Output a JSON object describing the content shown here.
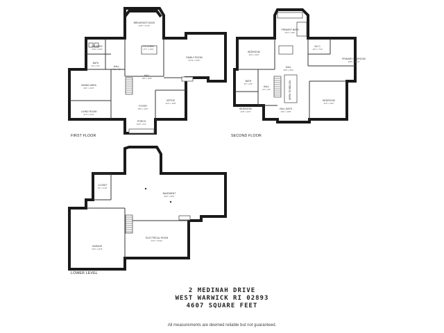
{
  "floors": {
    "first": {
      "label": "FIRST FLOOR",
      "rooms": [
        {
          "id": "breakfast",
          "name": "BREAKFAST NOOK",
          "size": "12'8\" x 11'11\""
        },
        {
          "id": "laundry",
          "name": "LAUNDRY",
          "size": "9'10\" x 6'10\""
        },
        {
          "id": "kitchen",
          "name": "KITCHEN",
          "size": "17'7\" x 16'3\""
        },
        {
          "id": "family",
          "name": "FAMILY ROOM",
          "size": "22'11\" x 16'5\""
        },
        {
          "id": "bath1",
          "name": "BATH",
          "size": "6'3\" x 5'2\""
        },
        {
          "id": "hall1",
          "name": "HALL",
          "size": "4'2\" x 4'9\""
        },
        {
          "id": "dining",
          "name": "DINING AREA",
          "size": "20'1\" x 10'3\""
        },
        {
          "id": "hall1b",
          "name": "HALL",
          "size": "9'8\" x 10'8\""
        },
        {
          "id": "living",
          "name": "LIVING ROOM",
          "size": "21'4\" x 9'10\""
        },
        {
          "id": "foyer",
          "name": "FOYER",
          "size": "15'6\" x 11'5\""
        },
        {
          "id": "office",
          "name": "OFFICE",
          "size": "12'3\" x 10'8\""
        },
        {
          "id": "porch",
          "name": "PORCH",
          "size": "10'8\" x 5'4\""
        }
      ]
    },
    "second": {
      "label": "SECOND FLOOR",
      "rooms": [
        {
          "id": "primary_bath",
          "name": "PRIMARY BATH",
          "size": "13'4\" x 19'6\""
        },
        {
          "id": "bedroom_a",
          "name": "BEDROOM",
          "size": "15'4\" x 12'9\""
        },
        {
          "id": "wic",
          "name": "W.I.C.",
          "size": "10'7\" x 7'11\""
        },
        {
          "id": "primary_bed",
          "name": "PRIMARY BEDROOM",
          "size": "22'8\" x 16'10\""
        },
        {
          "id": "bath2",
          "name": "BATH",
          "size": "8'1\" x 6'9\""
        },
        {
          "id": "hall2",
          "name": "HALL",
          "size": "20'6\" x 8'11\""
        },
        {
          "id": "hall2b",
          "name": "HALL",
          "size": "4'0\" x 4'6\""
        },
        {
          "id": "bedroom_b",
          "name": "BEDROOM",
          "size": "11'8\" x 10'4\""
        },
        {
          "id": "bedroom_c",
          "name": "BEDROOM",
          "size": "11'9\" x 10'2\""
        },
        {
          "id": "open_to_below",
          "name": "OPEN TO BELOW",
          "size": ""
        },
        {
          "id": "hall2c",
          "name": "HALL BATH",
          "size": "10'3\" x 10'8\""
        }
      ]
    },
    "lower": {
      "label": "LOWER LEVEL",
      "rooms": [
        {
          "id": "closet",
          "name": "CLOSET",
          "size": "9'1\" x 4'10\""
        },
        {
          "id": "basement",
          "name": "BASEMENT",
          "size": "42'0\" x 29'9\""
        },
        {
          "id": "garage",
          "name": "GARAGE",
          "size": "24'3\" x 21'8\""
        },
        {
          "id": "electrical",
          "name": "ELECTRICAL ROOM",
          "size": "24'2\" x 15'11\""
        }
      ]
    }
  },
  "footer": {
    "line1": "2 MEDINAH DRIVE",
    "line2": "WEST WARWICK RI 02893",
    "line3": "4607 SQUARE FEET",
    "disclaimer": "All measurements are deemed reliable but not guaranteed."
  }
}
